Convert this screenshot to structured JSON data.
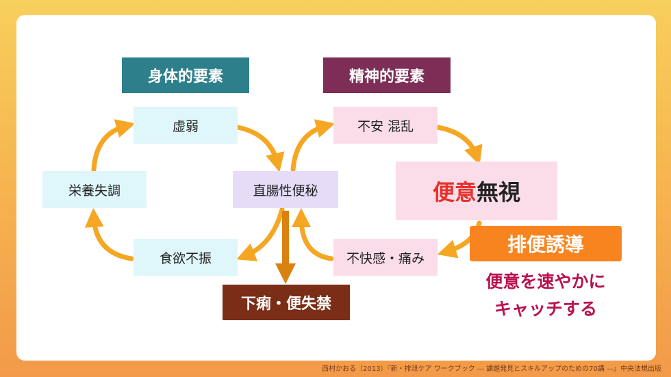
{
  "categories": {
    "physical": "身体的要素",
    "mental": "精神的要素"
  },
  "physical_cycle": {
    "weakness": "虚弱",
    "malnutrition": "栄養失調",
    "appetite_loss": "食欲不振"
  },
  "center": "直腸性便秘",
  "mental_cycle": {
    "anxiety": "不安 混乱",
    "discomfort": "不快感・痛み"
  },
  "ignore_urge": {
    "highlight": "便意",
    "rest": "無視"
  },
  "outcome": "下痢・便失禁",
  "induction": {
    "label": "排便誘導",
    "line1": "便意を速やかに",
    "line2": "キャッチする"
  },
  "footer": "西村かおる（2013）『新・排泄ケア ワークブック ― 課題発見とスキルアップのための70講 ―』中央法規出版",
  "colors": {
    "physical": "#2e7f8c",
    "mental": "#7d2d56",
    "arrow": "#f5a623",
    "outcome": "#7a2e17",
    "induction": "#f7841f",
    "highlight": "#e8302a",
    "catch_text": "#b8124f"
  }
}
